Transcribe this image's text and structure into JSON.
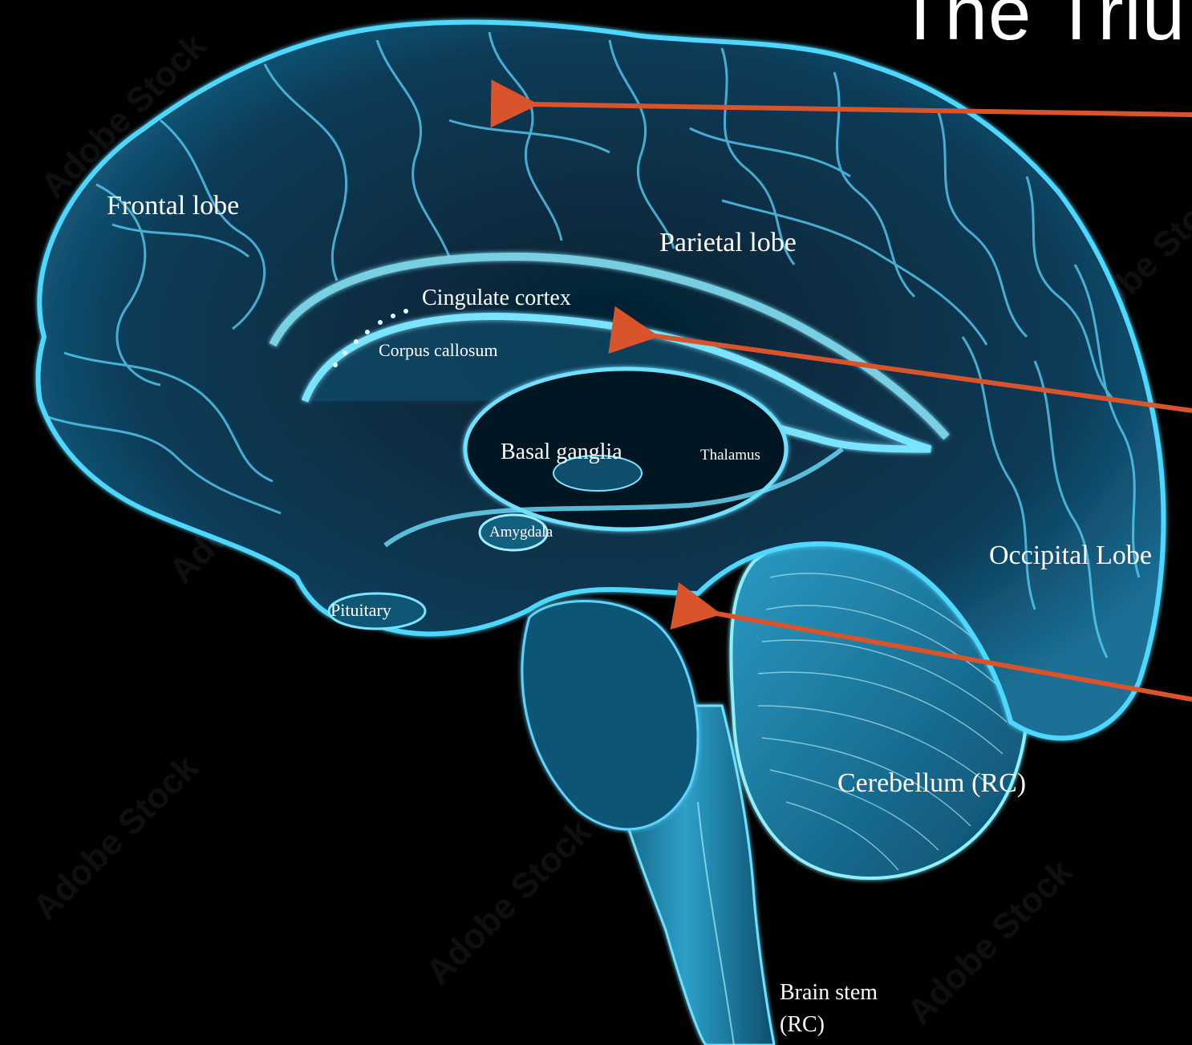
{
  "title": "The Triu",
  "labels": {
    "frontal_lobe": "Frontal lobe",
    "parietal_lobe": "Parietal lobe",
    "cingulate_cortex": "Cingulate cortex",
    "corpus_callosum": "Corpus callosum",
    "basal_ganglia": "Basal ganglia",
    "thalamus": "Thalamus",
    "amygdala": "Amygdala",
    "occipital_lobe": "Occipital Lobe",
    "pituitary": "Pituitary",
    "cerebellum": "Cerebellum (RC)",
    "brain_stem": "Brain stem",
    "brain_stem_rc": "(RC)"
  },
  "watermark": "Adobe Stock",
  "colors": {
    "background": "#000000",
    "brain_glow": "#3fd0ff",
    "brain_fill": "#0a3a55",
    "arrow": "#d9532b",
    "label_text": "#ffffff"
  }
}
